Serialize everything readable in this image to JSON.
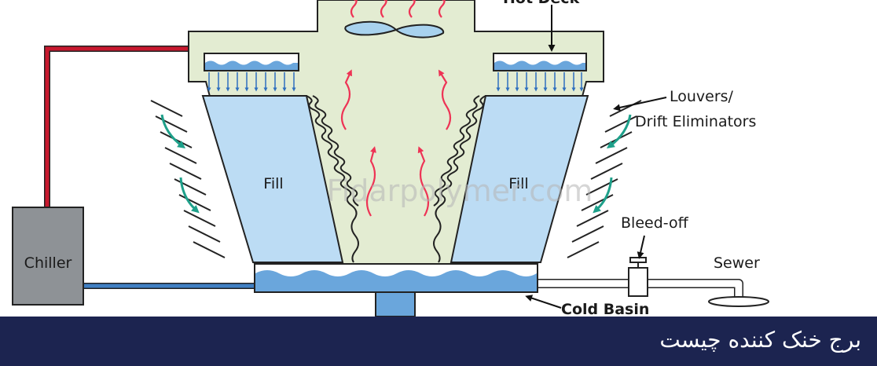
{
  "diagram": {
    "labels": {
      "hot_deck": "Hot Deck",
      "louvers_line1": "Louvers/",
      "louvers_line2": "Drift Eliminators",
      "fill_left": "Fill",
      "fill_right": "Fill",
      "chiller": "Chiller",
      "bleed_off": "Bleed-off",
      "sewer": "Sewer",
      "cold_basin": "Cold Basin"
    },
    "watermark": "Fidarpolymer.com",
    "colors": {
      "tower_body": "#e3ecd2",
      "fill": "#bcdcf4",
      "water": "#6aa6dc",
      "hot_pipe": "#c8182e",
      "cold_pipe": "#3f7fc3",
      "warm_arrows": "#ee3355",
      "louver_arrows": "#1ea08a",
      "chiller": "#8e9296",
      "caption_bar": "#1c2450"
    }
  },
  "caption": {
    "text": "برج خنک کننده چیست"
  }
}
